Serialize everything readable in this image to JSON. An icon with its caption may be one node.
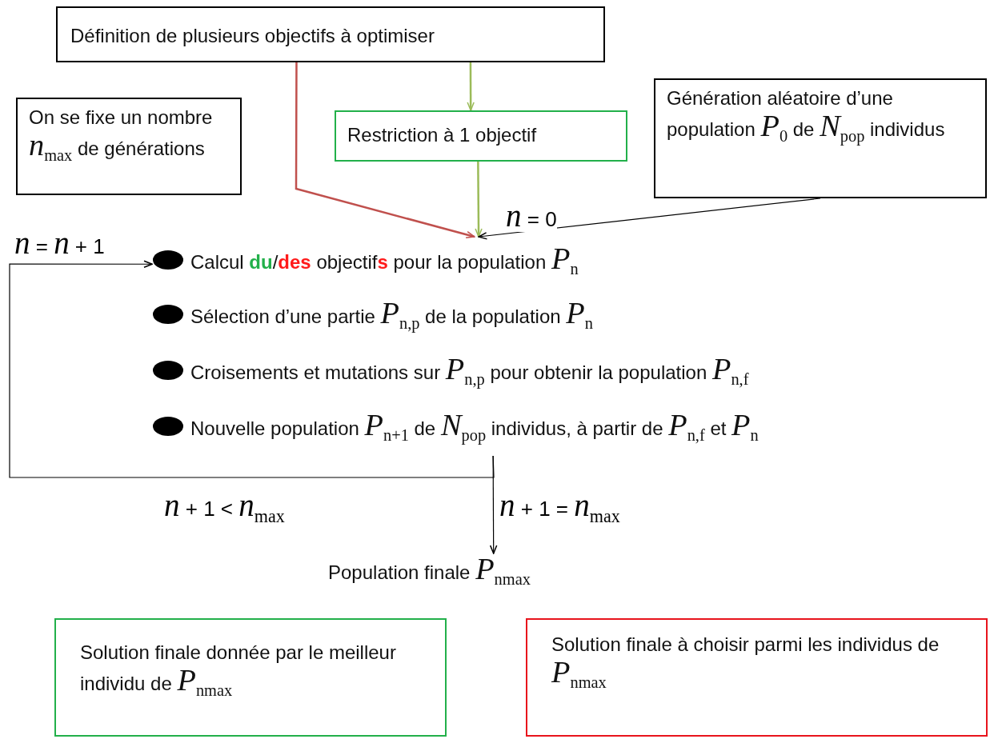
{
  "diagram": {
    "nodes": [
      {
        "text": [
          "Définition de plusieurs objectifs à optimiser"
        ]
      },
      {
        "text": [
          "On se fixe un nombre *n*$_{max}$ de générations"
        ]
      },
      {
        "text": [
          "Restriction à 1 objectif"
        ]
      },
      {
        "text": [
          "Génération aléatoire d’une population *P*$_{0}$ de *N*$_{pop}$ individus"
        ]
      },
      {
        "text": [
          "Calcul **du**/**des** objectif**s** pour la population *P*$_{n}$",
          "Sélection d’une partie *P*$_{n,p}$ de la population *P*$_{n}$",
          "Croisements et mutations sur *P*$_{n,p}$ pour obtenir la population *P*$_{n,f}$",
          "Nouvelle population *P*$_{n+1}$ de *N*$_{pop}$ individus, à partir de *P*$_{n,f}$ et *P*$_{n}$"
        ]
      },
      {
        "text": [
          "Population finale *P*$_{n}$$_{max}$"
        ]
      },
      {
        "text": [
          "Solution finale donnée par le meilleur individu de *P*$_{n}$$_{max}$"
        ]
      },
      {
        "text": [
          "Solution finale à choisir parmi les individus de *P*$_{n}$$_{max}$"
        ]
      }
    ],
    "edges": [
      {
        "from": 0,
        "to": 4,
        "arrow": "to",
        "color": "#c0504d"
      },
      {
        "from": 0,
        "to": 2,
        "arrow": "to",
        "color": "#9bbb59"
      },
      {
        "from": 2,
        "to": 4,
        "arrow": "to",
        "color": "#9bbb59"
      },
      {
        "from": 3,
        "to": 4,
        "arrow": "to",
        "label": "*n* = 0"
      },
      {
        "from": 4,
        "to": 4,
        "arrow": "to",
        "label": "*n* + 1 < *n*$_{max}$"
      },
      {
        "from": 4,
        "to": 5,
        "arrow": "to",
        "label": "*n* + 1 = *n*$_{max}$"
      }
    ],
    "labels": [
      "*n* = *n* + 1"
    ]
  }
}
